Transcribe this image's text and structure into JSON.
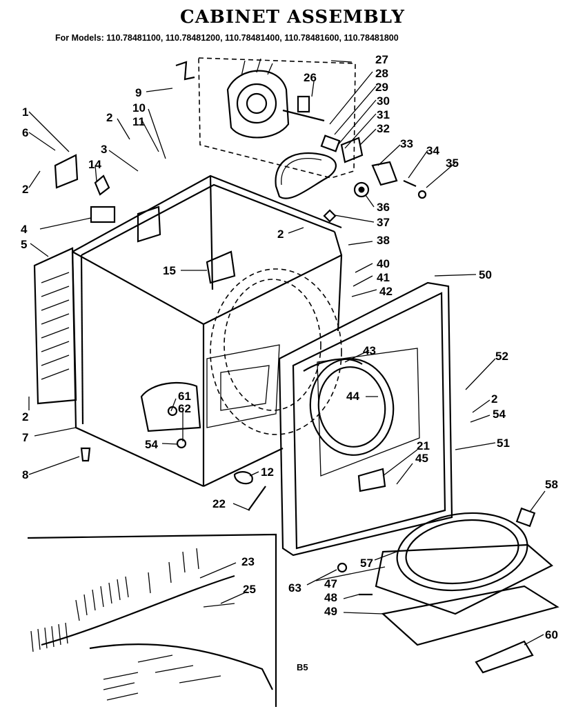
{
  "header": {
    "title": "CABINET ASSEMBLY",
    "models": "For Models: 110.78481100, 110.78481200, 110.78481400, 110.78481600, 110.78481800"
  },
  "page_code": "B5",
  "callouts": [
    {
      "id": "c1",
      "label": "1"
    },
    {
      "id": "c6",
      "label": "6"
    },
    {
      "id": "c2a",
      "label": "2"
    },
    {
      "id": "c2b",
      "label": "2"
    },
    {
      "id": "c3",
      "label": "3"
    },
    {
      "id": "c14",
      "label": "14"
    },
    {
      "id": "c10",
      "label": "10"
    },
    {
      "id": "c11",
      "label": "11"
    },
    {
      "id": "c9",
      "label": "9"
    },
    {
      "id": "c4",
      "label": "4"
    },
    {
      "id": "c5",
      "label": "5"
    },
    {
      "id": "c26",
      "label": "26"
    },
    {
      "id": "c27",
      "label": "27"
    },
    {
      "id": "c28",
      "label": "28"
    },
    {
      "id": "c29",
      "label": "29"
    },
    {
      "id": "c30",
      "label": "30"
    },
    {
      "id": "c31",
      "label": "31"
    },
    {
      "id": "c32",
      "label": "32"
    },
    {
      "id": "c33",
      "label": "33"
    },
    {
      "id": "c34",
      "label": "34"
    },
    {
      "id": "c35",
      "label": "35"
    },
    {
      "id": "c36",
      "label": "36"
    },
    {
      "id": "c37",
      "label": "37"
    },
    {
      "id": "c2c",
      "label": "2"
    },
    {
      "id": "c38",
      "label": "38"
    },
    {
      "id": "c15",
      "label": "15"
    },
    {
      "id": "c40",
      "label": "40"
    },
    {
      "id": "c41",
      "label": "41"
    },
    {
      "id": "c42",
      "label": "42"
    },
    {
      "id": "c50",
      "label": "50"
    },
    {
      "id": "c43",
      "label": "43"
    },
    {
      "id": "c52",
      "label": "52"
    },
    {
      "id": "c44",
      "label": "44"
    },
    {
      "id": "c2d",
      "label": "2"
    },
    {
      "id": "c54a",
      "label": "54"
    },
    {
      "id": "c2e",
      "label": "2"
    },
    {
      "id": "c61",
      "label": "61"
    },
    {
      "id": "c62",
      "label": "62"
    },
    {
      "id": "c54b",
      "label": "54"
    },
    {
      "id": "c7",
      "label": "7"
    },
    {
      "id": "c21",
      "label": "21"
    },
    {
      "id": "c45",
      "label": "45"
    },
    {
      "id": "c51",
      "label": "51"
    },
    {
      "id": "c8",
      "label": "8"
    },
    {
      "id": "c12",
      "label": "12"
    },
    {
      "id": "c22",
      "label": "22"
    },
    {
      "id": "c58",
      "label": "58"
    },
    {
      "id": "c23",
      "label": "23"
    },
    {
      "id": "c57",
      "label": "57"
    },
    {
      "id": "c25",
      "label": "25"
    },
    {
      "id": "c63",
      "label": "63"
    },
    {
      "id": "c47",
      "label": "47"
    },
    {
      "id": "c48",
      "label": "48"
    },
    {
      "id": "c49",
      "label": "49"
    },
    {
      "id": "c60",
      "label": "60"
    }
  ]
}
